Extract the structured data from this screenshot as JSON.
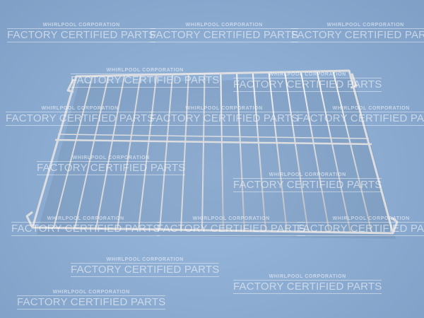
{
  "image": {
    "subject": "oven-rack",
    "background_color": "#8fb0d6",
    "wire_color": "#e8e8e8"
  },
  "watermark": {
    "corporation": "WHIRLPOOL CORPORATION",
    "certified": "FACTORY CERTIFIED PARTS"
  }
}
